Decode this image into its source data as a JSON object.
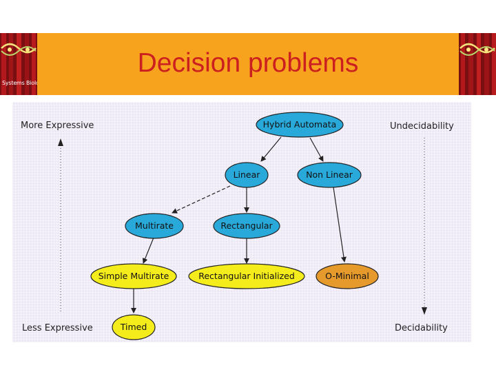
{
  "slide": {
    "title": "Decision problems",
    "logo_text": "Systems Biology"
  },
  "colors": {
    "header": "#f7a31e",
    "title": "#cc1f1f",
    "panel": "#ece8f6",
    "node_blue": "#29a9d9",
    "node_yellow": "#f5ec1b",
    "node_orange": "#e79a2c"
  },
  "diagram": {
    "left_axis": {
      "top_label": "More Expressive",
      "bottom_label": "Less Expressive"
    },
    "right_axis": {
      "top_label": "Undecidability",
      "bottom_label": "Decidability"
    },
    "nodes": {
      "hybrid_automata": "Hybrid Automata",
      "linear": "Linear",
      "non_linear": "Non Linear",
      "multirate": "Multirate",
      "rectangular": "Rectangular",
      "simple_multirate": "Simple Multirate",
      "rectangular_initialized": "Rectangular Initialized",
      "o_minimal": "O-Minimal",
      "timed": "Timed"
    }
  }
}
